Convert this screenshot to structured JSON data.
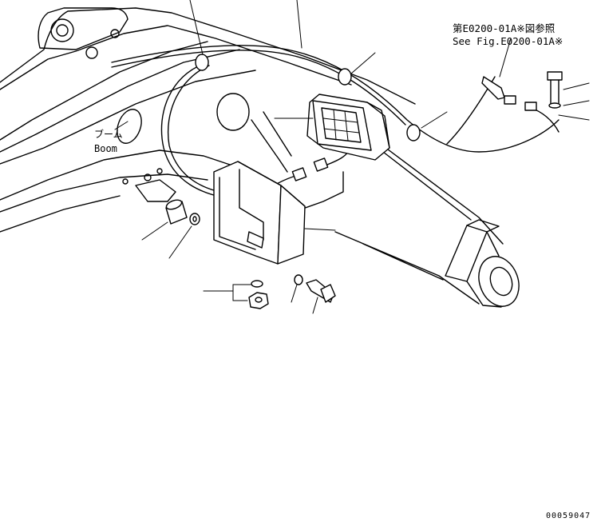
{
  "reference_note": {
    "line_jp": "第E0200-01A※図参照",
    "line_en": "See Fig.E0200-01A※"
  },
  "boom_label": {
    "jp": "ブーム",
    "en": "Boom"
  },
  "drawing_number": "00059047"
}
